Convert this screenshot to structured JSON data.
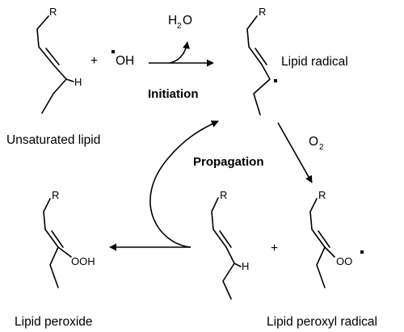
{
  "labels": {
    "unsaturated_lipid": "Unsaturated lipid",
    "lipid_radical": "Lipid radical",
    "lipid_peroxide": "Lipid peroxide",
    "lipid_peroxyl_radical": "Lipid peroxyl radical",
    "initiation": "Initiation",
    "propagation": "Propagation",
    "plus": "+"
  },
  "atoms": {
    "r": "R",
    "h": "H",
    "oh": "OH",
    "ooh": "OOH",
    "oo": "OO",
    "water_h": "H",
    "water_sub": "2",
    "water_o": "O",
    "oxygen_o": "O",
    "oxygen_sub": "2"
  }
}
